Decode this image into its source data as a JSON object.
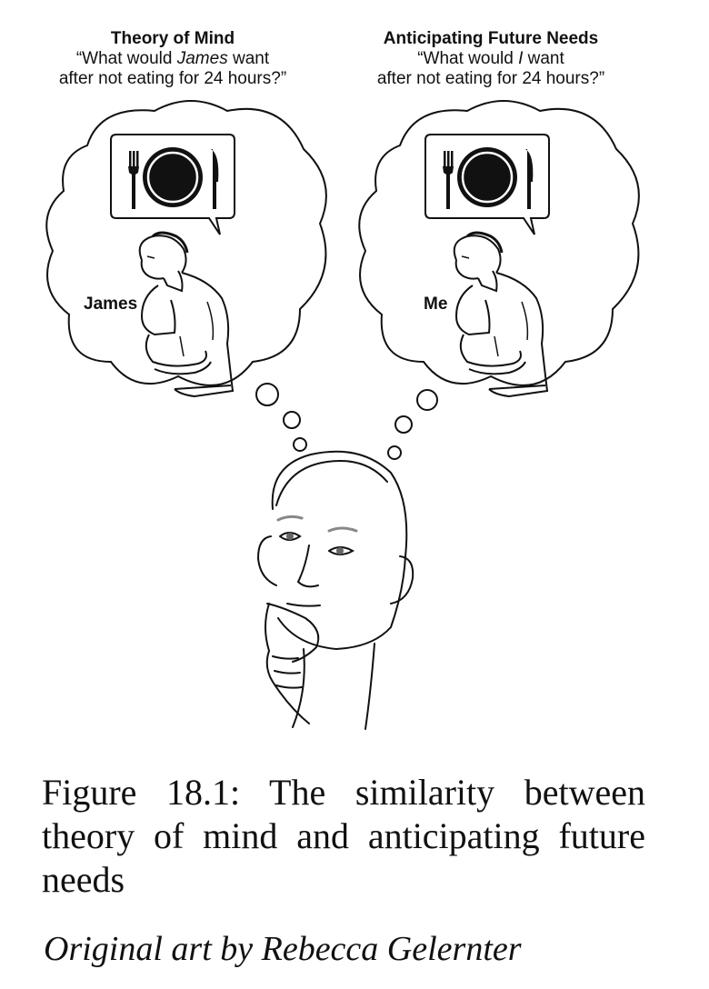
{
  "panels": {
    "left": {
      "title": "Theory of Mind",
      "question_line1_pre": "“What would ",
      "question_line1_em": "James",
      "question_line1_post": " want",
      "question_line2": "after not eating for 24 hours?”",
      "person_label": "James"
    },
    "right": {
      "title": "Anticipating Future Needs",
      "question_line1_pre": "“What would ",
      "question_line1_em": "I",
      "question_line1_post": " want",
      "question_line2": "after not eating for 24 hours?”",
      "person_label": "Me"
    }
  },
  "caption": "Figure 18.1: The similarity between theory of mind and anticipating future needs",
  "credit": "Original art by Rebecca Gelernter",
  "icons": [
    "fork-icon",
    "plate-icon",
    "knife-icon",
    "thought-bubble",
    "hungry-person",
    "thinking-person"
  ]
}
